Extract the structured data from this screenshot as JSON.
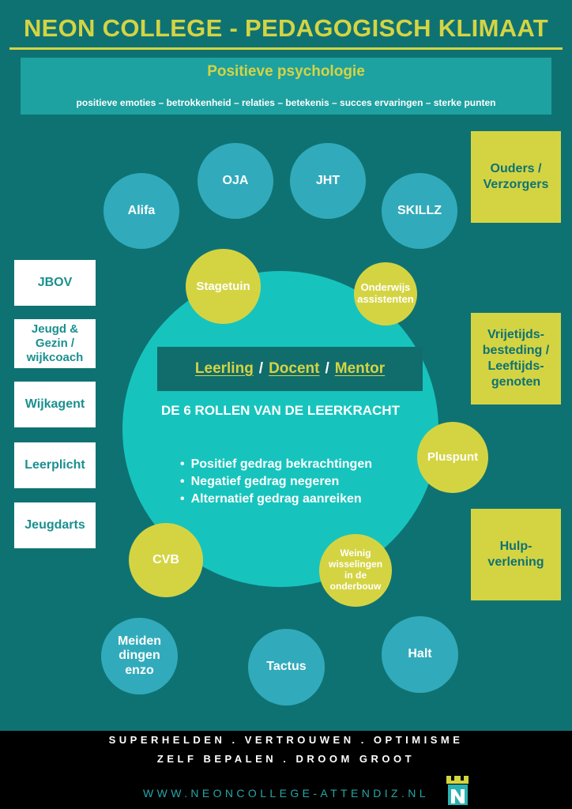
{
  "title": "NEON COLLEGE - PEDAGOGISCH KLIMAAT",
  "psychology": {
    "title": "Positieve psychologie",
    "subtitle": "positieve emoties – betrokkenheid – relaties – betekenis – succes ervaringen – sterke punten"
  },
  "outer_circles": [
    "Alifa",
    "OJA",
    "JHT",
    "SKILLZ",
    "Meiden dingen enzo",
    "Tactus",
    "Halt"
  ],
  "inner_circles": [
    "Stagetuin",
    "Onderwijs assistenten",
    "Pluspunt",
    "CVB",
    "Weinig wisselingen in de onderbouw"
  ],
  "center": {
    "roles": [
      "Leerling",
      "Docent",
      "Mentor"
    ],
    "separator": "/",
    "title": "DE 6 ROLLEN VAN DE LEERKRACHT",
    "bullets": [
      "Positief gedrag bekrachtingen",
      "Negatief gedrag negeren",
      "Alternatief gedrag aanreiken"
    ]
  },
  "left_boxes": [
    "JBOV",
    "Jeugd & Gezin / wijkcoach",
    "Wijkagent",
    "Leerplicht",
    "Jeugdarts"
  ],
  "right_boxes": [
    "Ouders / Verzorgers",
    "Vrijetijds-besteding / Leeftijds-genoten",
    "Hulp-verlening"
  ],
  "footer": {
    "line1": "SUPERHELDEN . VERTROUWEN . OPTIMISME",
    "line2": "ZELF BEPALEN . DROOM GROOT",
    "website": "WWW.NEONCOLLEGE-ATTENDIZ.NL"
  },
  "colors": {
    "background": "#0f7272",
    "accent_yellow": "#d4d443",
    "teal_circle": "#31abbb",
    "center_circle": "#16c4bd"
  }
}
